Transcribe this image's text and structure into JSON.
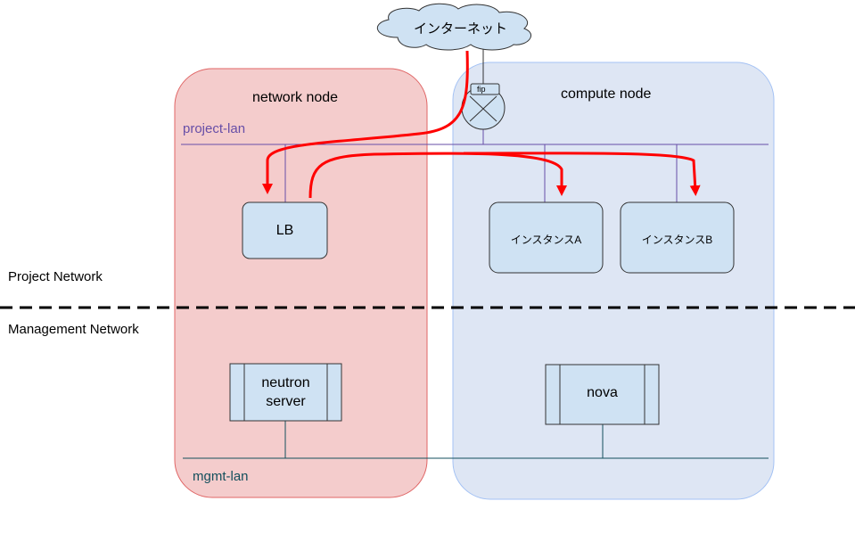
{
  "colors": {
    "network_node_fill": "#f4cccc",
    "network_node_stroke": "#e06666",
    "compute_node_fill": "#dae3f3",
    "compute_node_stroke": "#a4c2f4",
    "box_fill": "#cfe2f3",
    "box_stroke": "#333333",
    "project_lan": "#674ea7",
    "mgmt_lan": "#134f5c",
    "arrow": "#ff0000"
  },
  "internet": {
    "label": "インターネット",
    "icon": "cloud-icon"
  },
  "router": {
    "label": "fip",
    "icon": "router-icon"
  },
  "zones": {
    "network_node": "network node",
    "compute_node": "compute node"
  },
  "networks": {
    "project_lan": "project-lan",
    "mgmt_lan": "mgmt-lan"
  },
  "regions": {
    "project": "Project Network",
    "management": "Management Network"
  },
  "nodes": {
    "lb": "LB",
    "instance_a": "インスタンスA",
    "instance_b": "インスタンスB",
    "neutron_line1": "neutron",
    "neutron_line2": "server",
    "nova": "nova"
  }
}
